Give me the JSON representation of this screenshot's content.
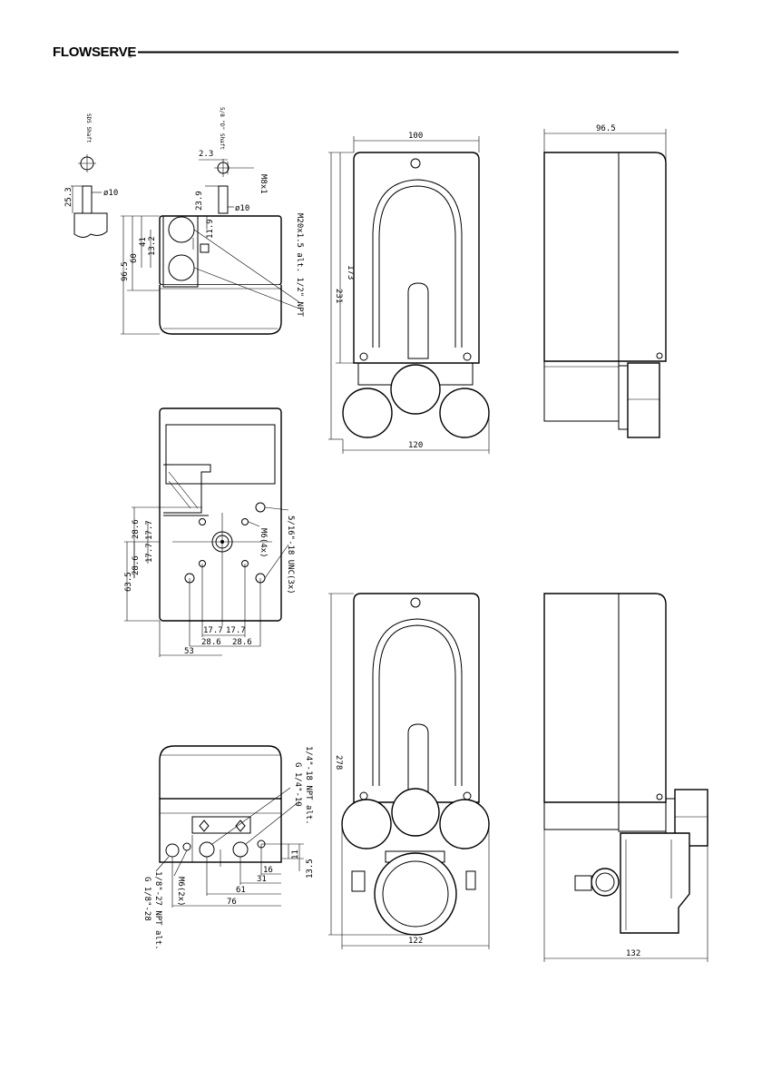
{
  "header": {
    "logo": "FLOWSERVE",
    "logo_mark": "®"
  },
  "shaft_labels": {
    "sds": "SDS Shaft",
    "d_shaft": "5/8 \"D\" Shaft"
  },
  "top_view": {
    "dims": {
      "d_2_3": "2.3",
      "m8": "M8x1",
      "d23_9": "23.9",
      "phi10_a": "ø10",
      "phi10_b": "ø10",
      "d25_3": "25.3",
      "d11_9": "11.9",
      "d13_2": "13.2",
      "d41": "41",
      "d60": "60",
      "d96_5": "96.5",
      "conduit": "M20x1.5 alt. 1/2\" NPT"
    }
  },
  "back_view": {
    "dims": {
      "d28_6a": "28.6",
      "d17_7a": "17.7",
      "d17_7b": "17.7",
      "d28_6b": "28.6",
      "d63_5": "63.5",
      "b17_7a": "17.7",
      "b17_7b": "17.7",
      "b28_6a": "28.6",
      "b28_6b": "28.6",
      "b53": "53",
      "unc": "5/16\"-18 UNC(3x)",
      "m6": "M6(4x)"
    }
  },
  "bottom_view": {
    "dims": {
      "npt14": "1/4\"-18 NPT alt.",
      "g14": "G 1/4\"-19",
      "d11": "11",
      "d16": "16",
      "d13_5": "13.5",
      "d31": "31",
      "d61": "61",
      "d76": "76",
      "m6": "M6(2x)",
      "npt18": "1/8\"-27 NPT alt.",
      "g18": "G 1/8\"-28"
    }
  },
  "front_view": {
    "dims": {
      "w100": "100",
      "h173": "173",
      "h231": "231",
      "w120": "120"
    }
  },
  "side_view": {
    "dims": {
      "w96_5": "96.5"
    }
  },
  "front_view_2": {
    "dims": {
      "h278": "278",
      "w122": "122"
    }
  },
  "side_view_2": {
    "dims": {
      "w132": "132"
    }
  }
}
